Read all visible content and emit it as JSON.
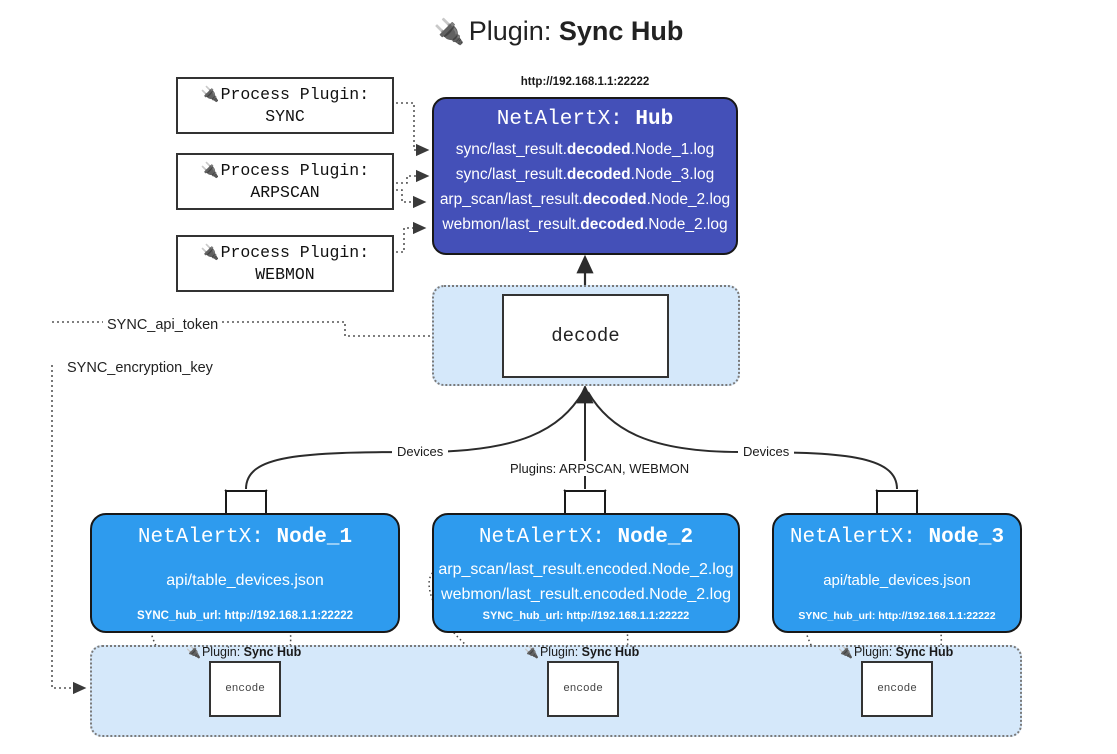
{
  "title": {
    "icon": "plug-icon",
    "prefix": "Plugin:",
    "name": "Sync Hub"
  },
  "process_plugins": [
    {
      "icon": "plug-icon",
      "line1": "Process Plugin:",
      "line2": "SYNC"
    },
    {
      "icon": "plug-icon",
      "line1": "Process Plugin:",
      "line2": "ARPSCAN"
    },
    {
      "icon": "plug-icon",
      "line1": "Process Plugin:",
      "line2": "WEBMON"
    }
  ],
  "hub": {
    "url": "http://192.168.1.1:22222",
    "title_prefix": "NetAlertX:",
    "title_name": "Hub",
    "logs": [
      {
        "pre": "sync/last_result.",
        "bold": "decoded",
        "post": ".Node_1.log"
      },
      {
        "pre": "sync/last_result.",
        "bold": "decoded",
        "post": ".Node_3.log"
      },
      {
        "pre": "arp_scan/last_result.",
        "bold": "decoded",
        "post": ".Node_2.log"
      },
      {
        "pre": "webmon/last_result.",
        "bold": "decoded",
        "post": ".Node_2.log"
      }
    ]
  },
  "decode": {
    "label": "decode"
  },
  "keys": {
    "api_token": "SYNC_api_token",
    "encryption_key": "SYNC_encryption_key"
  },
  "edge_labels": {
    "devices_left": "Devices",
    "devices_right": "Devices",
    "plugins_center": "Plugins: ARPSCAN, WEBMON"
  },
  "nodes": [
    {
      "icon": "envelope-icon",
      "title_prefix": "NetAlertX:",
      "title_name": "Node_1",
      "lines": [
        "api/table_devices.json"
      ],
      "footer": "SYNC_hub_url: http://192.168.1.1:22222"
    },
    {
      "icon": "envelope-icon",
      "title_prefix": "NetAlertX:",
      "title_name": "Node_2",
      "lines": [
        "arp_scan/last_result.encoded.Node_2.log",
        "webmon/last_result.encoded.Node_2.log"
      ],
      "footer": "SYNC_hub_url: http://192.168.1.1:22222"
    },
    {
      "icon": "envelope-icon",
      "title_prefix": "NetAlertX:",
      "title_name": "Node_3",
      "lines": [
        "api/table_devices.json"
      ],
      "footer": "SYNC_hub_url: http://192.168.1.1:22222"
    }
  ],
  "encoders": [
    {
      "plugin_icon": "plug-icon",
      "plugin_prefix": "Plugin:",
      "plugin_name": "Sync Hub",
      "label": "encode"
    },
    {
      "plugin_icon": "plug-icon",
      "plugin_prefix": "Plugin:",
      "plugin_name": "Sync Hub",
      "label": "encode"
    },
    {
      "plugin_icon": "plug-icon",
      "plugin_prefix": "Plugin:",
      "plugin_name": "Sync Hub",
      "label": "encode"
    }
  ],
  "colors": {
    "hub_fill": "#4450b8",
    "node_fill": "#2e9bee",
    "container_fill": "#d5e8fa",
    "stroke": "#181818"
  }
}
